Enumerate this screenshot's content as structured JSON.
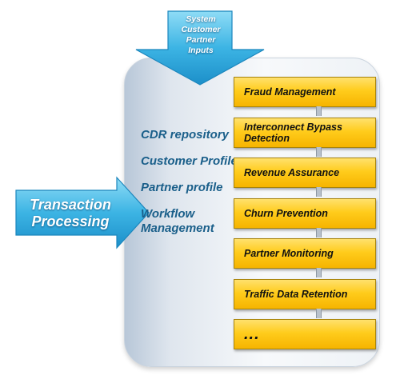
{
  "top_arrow": {
    "lines": [
      "System",
      "Customer",
      "Partner",
      "Inputs"
    ]
  },
  "left_arrow": {
    "lines": [
      "Transaction",
      "Processing"
    ]
  },
  "data_items": [
    "CDR repository",
    "Customer Profile",
    "Partner profile",
    "Workflow Management"
  ],
  "modules": [
    "Fraud Management",
    "Interconnect Bypass Detection",
    "Revenue Assurance",
    "Churn Prevention",
    "Partner Monitoring",
    "Traffic Data Retention",
    "..."
  ],
  "colors": {
    "module_fill": "#ffcc1c",
    "arrow_fill": "#5cc3ec",
    "item_text": "#1a5f8a"
  }
}
